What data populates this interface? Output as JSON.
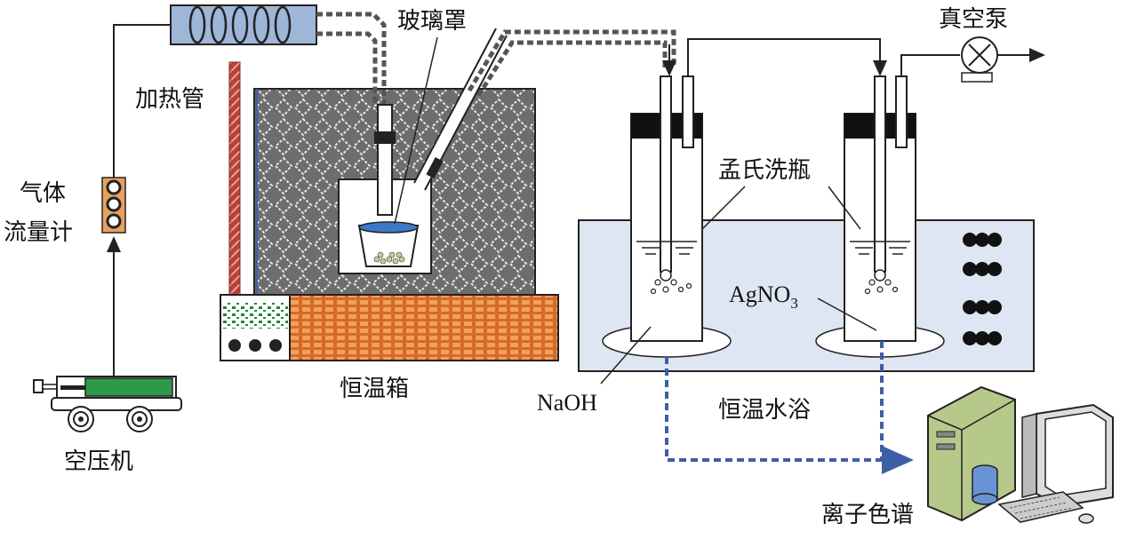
{
  "labels": {
    "air_compressor": "空压机",
    "flow_meter_line1": "气体",
    "flow_meter_line2": "流量计",
    "heating_tube": "加热管",
    "glass_cover": "玻璃罩",
    "incubator": "恒温箱",
    "vacuum_pump": "真空泵",
    "wash_bottle": "孟氏洗瓶",
    "agno3_main": "AgNO",
    "agno3_sub": "3",
    "naoh": "NaOH",
    "water_bath": "恒温水浴",
    "ion_chromatograph": "离子色谱"
  },
  "colors": {
    "flow_meter_body": "#e8a060",
    "heater_body": "#9fb6d8",
    "heating_tube": "#b5433a",
    "incubator_pattern": "#6f6f6f",
    "bath_fill": "#dde6f2",
    "brick": "#d76a26",
    "green_dots": "#1f8a3a",
    "compressor_tank": "#2e9a49",
    "sample_line": "#3d5fa6",
    "hot_line": "#555555",
    "pc_body": "#b7c98a",
    "beaker_liquid": "#3d78c8"
  },
  "icons": [
    "air-compressor-icon",
    "flow-meter-icon",
    "heater-coil-icon",
    "incubator-icon",
    "glass-cover-icon",
    "wash-bottle-icon",
    "vacuum-pump-icon",
    "computer-icon"
  ]
}
